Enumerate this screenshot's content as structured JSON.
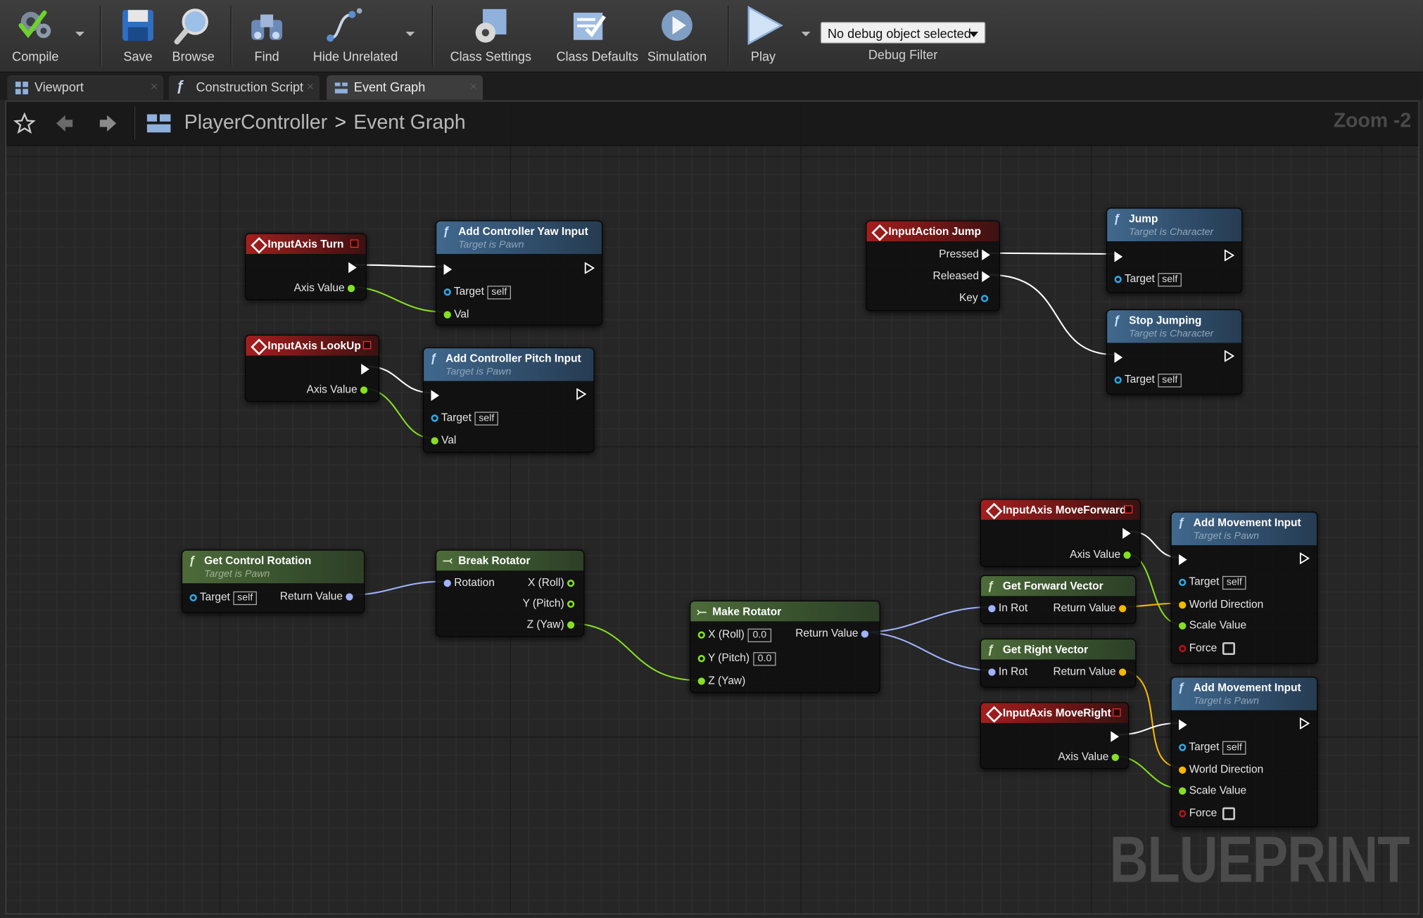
{
  "toolbar": {
    "compile": "Compile",
    "save": "Save",
    "browse": "Browse",
    "find": "Find",
    "hide_unrelated": "Hide Unrelated",
    "class_settings": "Class Settings",
    "class_defaults": "Class Defaults",
    "simulation": "Simulation",
    "play": "Play",
    "debug_select": "No debug object selected",
    "debug_filter": "Debug Filter"
  },
  "tabs": [
    {
      "label": "Viewport"
    },
    {
      "label": "Construction Script"
    },
    {
      "label": "Event Graph"
    }
  ],
  "breadcrumb": {
    "root": "PlayerController",
    "leaf": "Event Graph"
  },
  "zoom": "Zoom -2",
  "watermark": "BLUEPRINT",
  "colors": {
    "event_header": "#a41e1e",
    "function_header": "#41698e",
    "pure_header": "#4d6b3a",
    "exec_wire": "#ffffff",
    "float_wire": "#86e022",
    "rotator_wire": "#a0b3ff",
    "vector_wire": "#f5b800"
  },
  "nodes": {
    "turn": {
      "title": "InputAxis Turn",
      "axis": "Axis Value"
    },
    "yaw": {
      "title": "Add Controller Yaw Input",
      "subtitle": "Target is Pawn",
      "target": "Target",
      "self": "self",
      "val": "Val"
    },
    "lookup": {
      "title": "InputAxis LookUp",
      "axis": "Axis Value"
    },
    "pitch": {
      "title": "Add Controller Pitch Input",
      "subtitle": "Target is Pawn",
      "target": "Target",
      "self": "self",
      "val": "Val"
    },
    "jump_evt": {
      "title": "InputAction Jump",
      "pressed": "Pressed",
      "released": "Released",
      "key": "Key"
    },
    "jump": {
      "title": "Jump",
      "subtitle": "Target is Character",
      "target": "Target",
      "self": "self"
    },
    "stop": {
      "title": "Stop Jumping",
      "subtitle": "Target is Character",
      "target": "Target",
      "self": "self"
    },
    "getrot": {
      "title": "Get Control Rotation",
      "subtitle": "Target is Pawn",
      "target": "Target",
      "self": "self",
      "ret": "Return Value"
    },
    "breakrot": {
      "title": "Break Rotator",
      "rotation": "Rotation",
      "x": "X (Roll)",
      "y": "Y (Pitch)",
      "z": "Z (Yaw)"
    },
    "makerot": {
      "title": "Make Rotator",
      "x": "X (Roll)",
      "xv": "0.0",
      "y": "Y (Pitch)",
      "yv": "0.0",
      "z": "Z (Yaw)",
      "ret": "Return Value"
    },
    "fwd_evt": {
      "title": "InputAxis MoveForward",
      "axis": "Axis Value"
    },
    "fwdvec": {
      "title": "Get Forward Vector",
      "inrot": "In Rot",
      "ret": "Return Value"
    },
    "rightvec": {
      "title": "Get Right Vector",
      "inrot": "In Rot",
      "ret": "Return Value"
    },
    "right_evt": {
      "title": "InputAxis MoveRight",
      "axis": "Axis Value"
    },
    "move1": {
      "title": "Add Movement Input",
      "subtitle": "Target is Pawn",
      "target": "Target",
      "self": "self",
      "dir": "World Direction",
      "scale": "Scale Value",
      "force": "Force"
    },
    "move2": {
      "title": "Add Movement Input",
      "subtitle": "Target is Pawn",
      "target": "Target",
      "self": "self",
      "dir": "World Direction",
      "scale": "Scale Value",
      "force": "Force"
    }
  }
}
